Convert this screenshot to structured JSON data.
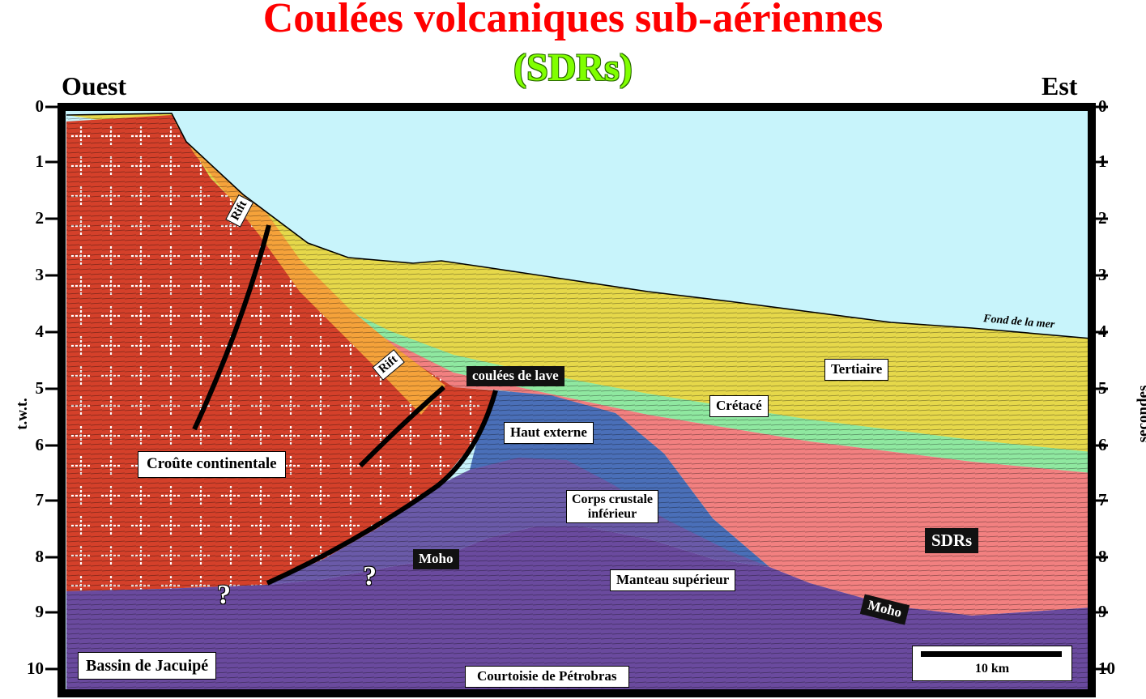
{
  "title": "Coulées volcaniques sub-aériennes",
  "subtitle": "(SDRs)",
  "side_left": "Ouest",
  "side_right": "Est",
  "y_axis": {
    "left_label": "t.w.t.",
    "right_label": "secondes",
    "ticks": [
      "0",
      "1",
      "2",
      "3",
      "4",
      "5",
      "6",
      "7",
      "8",
      "9",
      "10"
    ]
  },
  "labels": {
    "rift_upper": "Rift",
    "rift_lower": "Rift",
    "coulees": "coulées de lave",
    "tertiaire": "Tertiaire",
    "cretace": "Crétacé",
    "fond_mer": "Fond de la mer",
    "haut_externe": "Haut externe",
    "croute": "Croûte continentale",
    "corps_line1": "Corps crustale",
    "corps_line2": "inférieur",
    "moho_center": "Moho",
    "moho_right": "Moho",
    "sdrs": "SDRs",
    "manteau": "Manteau supérieur",
    "bassin": "Bassin de Jacuipé",
    "courtoisie": "Courtoisie de Pétrobras",
    "scale": "10 km",
    "question_1": "?",
    "question_2": "?"
  },
  "colors": {
    "sea": "#c8f4fb",
    "tertiaire": "#e6d84a",
    "cretace": "#8fe8a0",
    "sdrs": "#f28080",
    "continental_crust": "#d4402a",
    "rift": "#f5a23a",
    "haut_externe": "#4a6fb8",
    "corps_inferieur": "#6a5aa8",
    "manteau": "#6a4a9e",
    "title": "#ff0000",
    "subtitle": "#80ff00"
  }
}
